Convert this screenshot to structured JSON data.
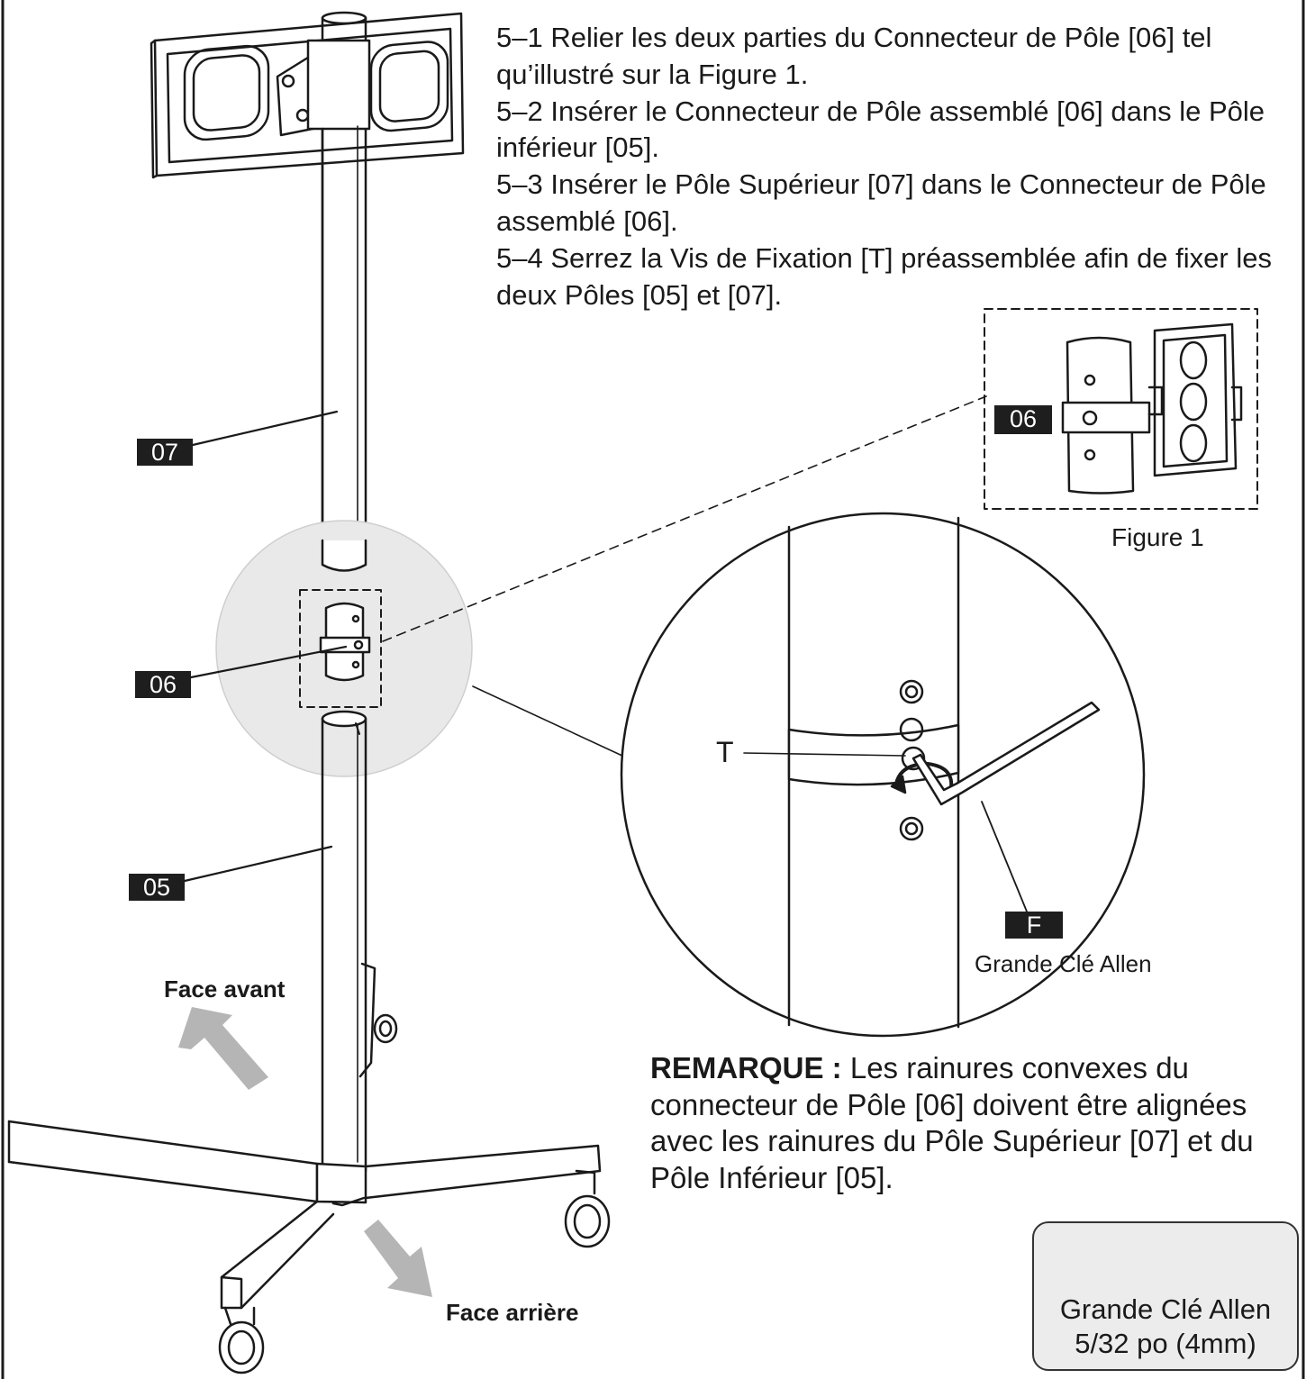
{
  "instructions": [
    "5–1 Relier les deux parties du Connecteur de Pôle [06] tel qu’illustré sur la Figure 1.",
    "5–2 Insérer le Connecteur de Pôle assemblé [06] dans le Pôle inférieur [05].",
    "5–3 Insérer le Pôle Supérieur [07] dans le Connecteur de Pôle assemblé [06].",
    "5–4 Serrez la Vis de Fixation [T] préassemblée afin de fixer les deux Pôles [05] et [07]."
  ],
  "labels": {
    "part_07": "07",
    "part_06": "06",
    "part_05": "05",
    "part_06_figure": "06",
    "figure_caption": "Figure 1",
    "screw_t": "T",
    "tool_f": "F",
    "tool_f_name": "Grande Clé Allen",
    "front_face": "Face avant",
    "back_face": "Face arrière"
  },
  "note": {
    "title": "REMARQUE :",
    "body": "Les rainures convexes du connecteur de Pôle [06] doivent être alignées avec les rainures du Pôle Supérieur [07] et du Pôle Inférieur [05]."
  },
  "tool_box": {
    "name": "Grande Clé Allen",
    "size": "5/32 po (4mm)"
  },
  "colors": {
    "line": "#1a1a1a",
    "label_bg": "#1e1e1e",
    "arrow_gray": "#b5b5b5",
    "magnifier_fill": "#e9e9e9",
    "tool_box_bg": "#ececec"
  }
}
